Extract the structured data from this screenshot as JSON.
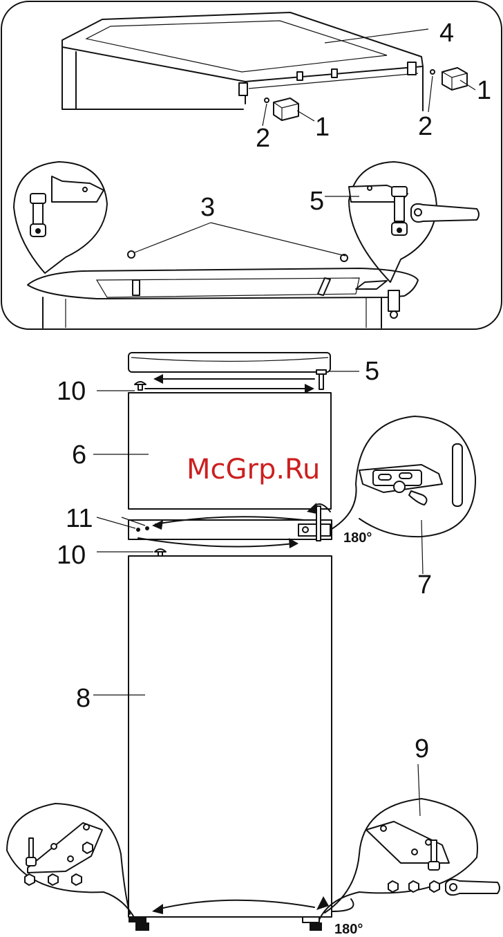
{
  "watermark": "McGrp.Ru",
  "labels": {
    "l1a": "1",
    "l1b": "1",
    "l2a": "2",
    "l2b": "2",
    "l3": "3",
    "l4": "4",
    "l5a": "5",
    "l5b": "5",
    "l6": "6",
    "l7": "7",
    "l8": "8",
    "l9": "9",
    "l10a": "10",
    "l10b": "10",
    "l11": "11"
  },
  "angles": {
    "mid": "180°",
    "bottom": "180°"
  }
}
